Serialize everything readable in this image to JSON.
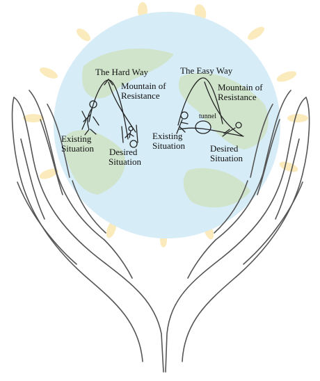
{
  "diagram": {
    "hard_way": {
      "title": "The Hard Way",
      "mountain_line1": "Mountain of",
      "mountain_line2": "Resistance",
      "existing_line1": "Existing",
      "existing_line2": "Situation",
      "desired_line1": "Desired",
      "desired_line2": "Situation"
    },
    "easy_way": {
      "title": "The Easy Way",
      "mountain_line1": "Mountain of",
      "mountain_line2": "Resistance",
      "tunnel": "tunnel",
      "existing_line1": "Existing",
      "existing_line2": "Situation",
      "desired_line1": "Desired",
      "desired_line2": "Situation"
    }
  },
  "colors": {
    "globe_water": "#d6ecf6",
    "globe_land": "#cfe3c4",
    "sun_rays": "#fbe8b4",
    "hands_stroke": "#555555",
    "sketch_stroke": "#222222"
  }
}
